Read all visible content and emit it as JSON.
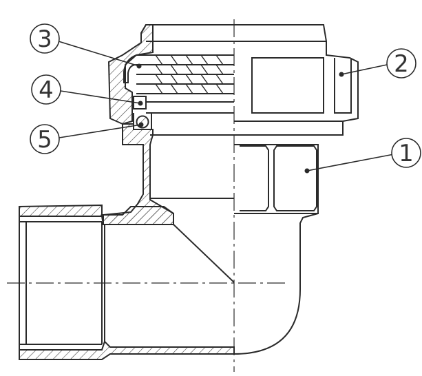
{
  "drawing": {
    "callouts": [
      {
        "label": "1"
      },
      {
        "label": "2"
      },
      {
        "label": "3"
      },
      {
        "label": "4"
      },
      {
        "label": "5"
      }
    ],
    "colors": {
      "line": "#2a2a2a",
      "hatch": "#444444",
      "background": "#ffffff"
    }
  }
}
